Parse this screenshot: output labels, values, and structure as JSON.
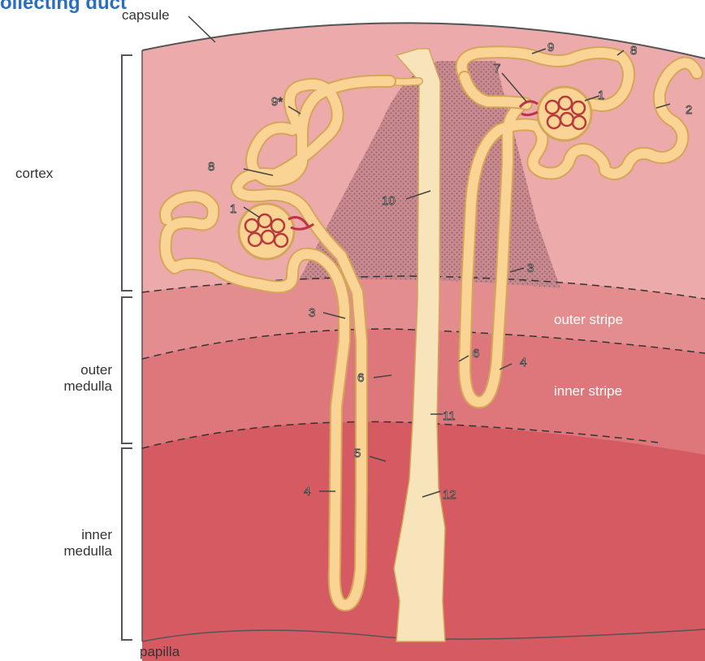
{
  "title": "ollecting duct",
  "regions": {
    "capsule": "capsule",
    "cortex": "cortex",
    "outer_medulla_line1": "outer",
    "outer_medulla_line2": "medulla",
    "inner_medulla_line1": "inner",
    "inner_medulla_line2": "medulla",
    "papilla": "papilla",
    "outer_stripe": "outer stripe",
    "inner_stripe": "inner stripe"
  },
  "numbers": {
    "n1a": "1",
    "n1b": "1",
    "n2": "2",
    "n3a": "3",
    "n3b": "3",
    "n4a": "4",
    "n4b": "4",
    "n5": "5",
    "n6a": "6",
    "n6b": "6",
    "n7": "7",
    "n8a": "8",
    "n8b": "8",
    "n9": "9",
    "n9s": "9*",
    "n10": "10",
    "n11": "11",
    "n12": "12"
  },
  "colors": {
    "cortex": "#ecaaab",
    "outer_stripe": "#e48d8f",
    "inner_stripe": "#de777b",
    "inner_medulla": "#d55a62",
    "tubule_fill": "#f9d494",
    "tubule_stroke": "#d5a55a",
    "duct_fill": "#f7e4bb",
    "title": "#2a6fbf"
  }
}
